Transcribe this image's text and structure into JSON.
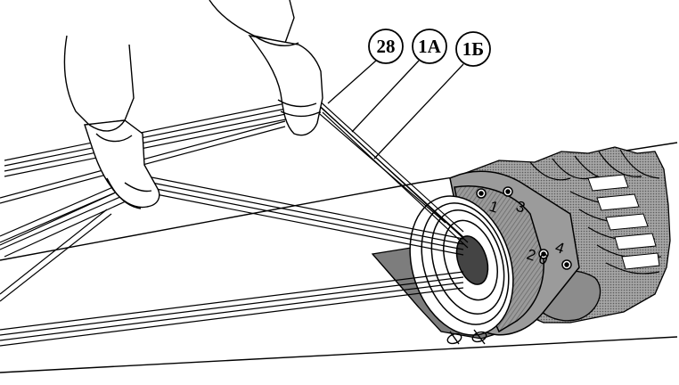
{
  "callouts": [
    {
      "id": "callout-28",
      "text": "28"
    },
    {
      "id": "callout-1a",
      "text": "1А"
    },
    {
      "id": "callout-1b",
      "text": "1Б"
    }
  ],
  "drum_markings": [
    {
      "id": "mark-1",
      "text": "1"
    },
    {
      "id": "mark-3",
      "text": "3"
    },
    {
      "id": "mark-4",
      "text": "4"
    },
    {
      "id": "mark-20",
      "text": "2 0"
    }
  ],
  "colors": {
    "ink": "#000000",
    "shade": "#8a8a8a",
    "dark_shade": "#555555",
    "paper": "#ffffff"
  }
}
